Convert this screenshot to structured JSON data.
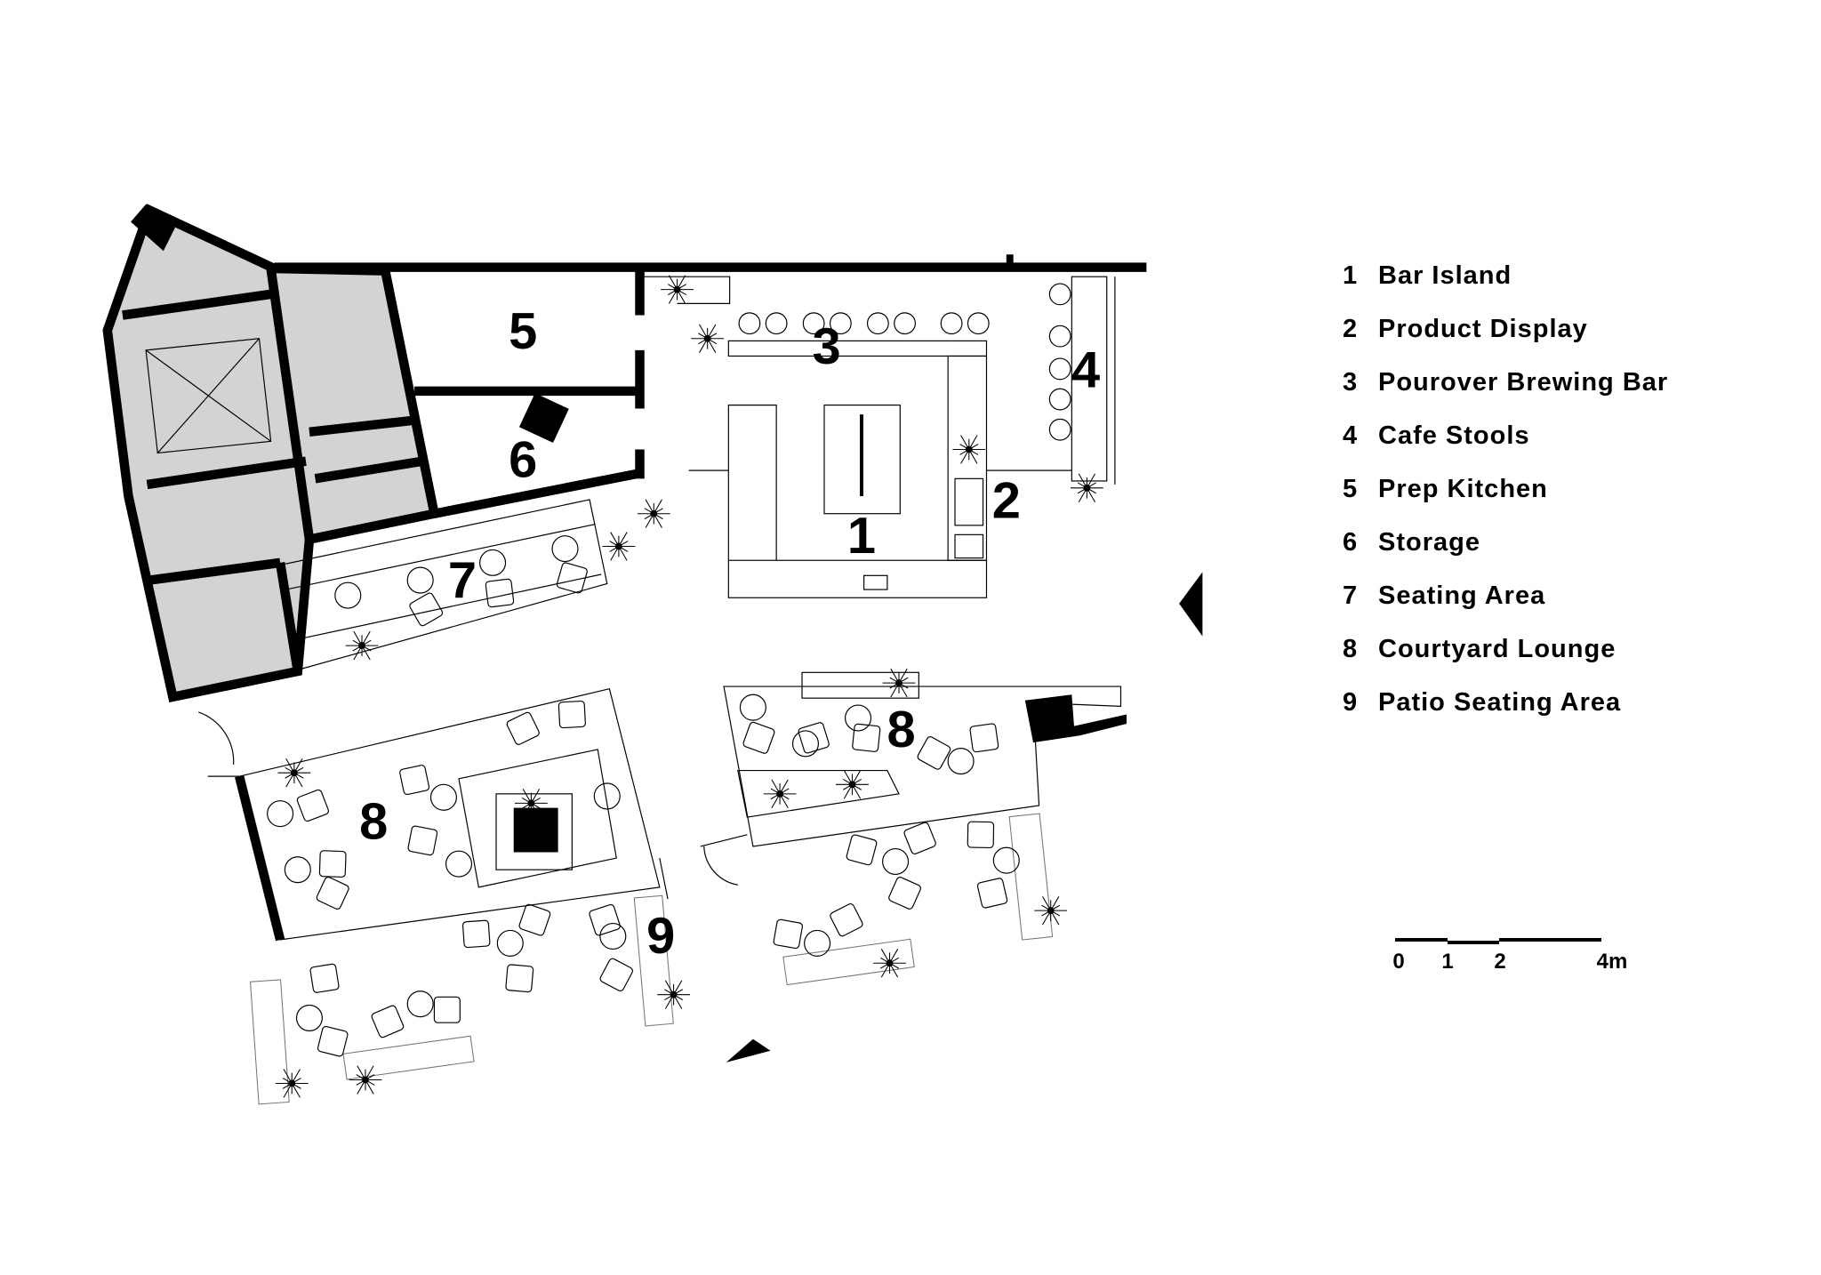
{
  "legend": [
    {
      "num": "1",
      "label": "Bar Island"
    },
    {
      "num": "2",
      "label": "Product Display"
    },
    {
      "num": "3",
      "label": "Pourover Brewing Bar"
    },
    {
      "num": "4",
      "label": "Cafe Stools"
    },
    {
      "num": "5",
      "label": "Prep Kitchen"
    },
    {
      "num": "6",
      "label": "Storage"
    },
    {
      "num": "7",
      "label": "Seating Area"
    },
    {
      "num": "8",
      "label": "Courtyard Lounge"
    },
    {
      "num": "9",
      "label": "Patio Seating Area"
    }
  ],
  "room_labels": {
    "r1": "1",
    "r2": "2",
    "r3": "3",
    "r4": "4",
    "r5": "5",
    "r6": "6",
    "r7": "7",
    "r8a": "8",
    "r8b": "8",
    "r9": "9"
  },
  "scale_bar": {
    "ticks": [
      "0",
      "1",
      "2",
      "4m"
    ]
  }
}
